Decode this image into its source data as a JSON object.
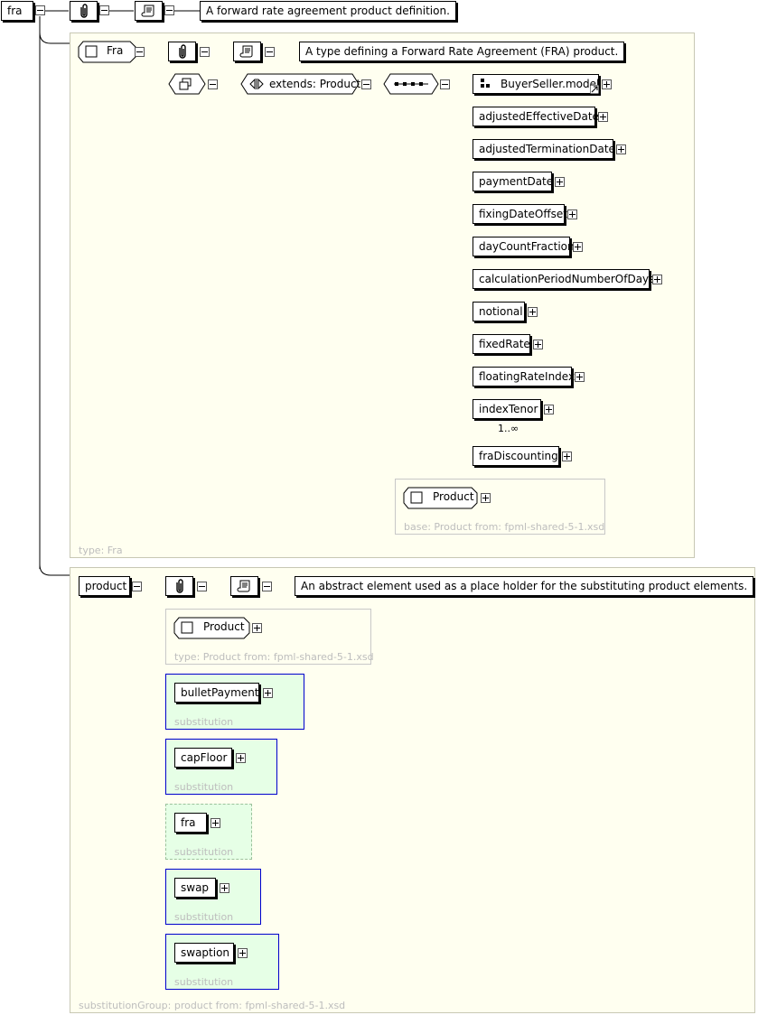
{
  "root": {
    "name": "fra",
    "documentation": "A forward rate agreement product definition."
  },
  "type_panel": {
    "type_name": "Fra",
    "documentation": "A type defining a Forward Rate Agreement (FRA) product.",
    "extends_label": "extends: Product",
    "caption": "type: Fra",
    "sequence_children": [
      {
        "name": "BuyerSeller.model",
        "is_group_ref": true
      },
      {
        "name": "adjustedEffectiveDate"
      },
      {
        "name": "adjustedTerminationDate"
      },
      {
        "name": "paymentDate"
      },
      {
        "name": "fixingDateOffset"
      },
      {
        "name": "dayCountFraction"
      },
      {
        "name": "calculationPeriodNumberOfDays"
      },
      {
        "name": "notional"
      },
      {
        "name": "fixedRate"
      },
      {
        "name": "floatingRateIndex"
      },
      {
        "name": "indexTenor",
        "multiplicity": "1..∞"
      },
      {
        "name": "fraDiscounting"
      }
    ],
    "base_type": {
      "name": "Product",
      "caption": "base: Product from: fpml-shared-5-1.xsd"
    }
  },
  "product_panel": {
    "name": "product",
    "documentation": "An abstract element used as a place holder for the substituting product elements.",
    "type_box": {
      "name": "Product",
      "caption": "type: Product from: fpml-shared-5-1.xsd"
    },
    "substitutions": [
      {
        "name": "bulletPayment",
        "caption": "substitution",
        "style": "solid"
      },
      {
        "name": "capFloor",
        "caption": "substitution",
        "style": "solid"
      },
      {
        "name": "fra",
        "caption": "substitution",
        "style": "dashed"
      },
      {
        "name": "swap",
        "caption": "substitution",
        "style": "solid"
      },
      {
        "name": "swaption",
        "caption": "substitution",
        "style": "solid"
      }
    ],
    "caption": "substitutionGroup: product from: fpml-shared-5-1.xsd"
  }
}
